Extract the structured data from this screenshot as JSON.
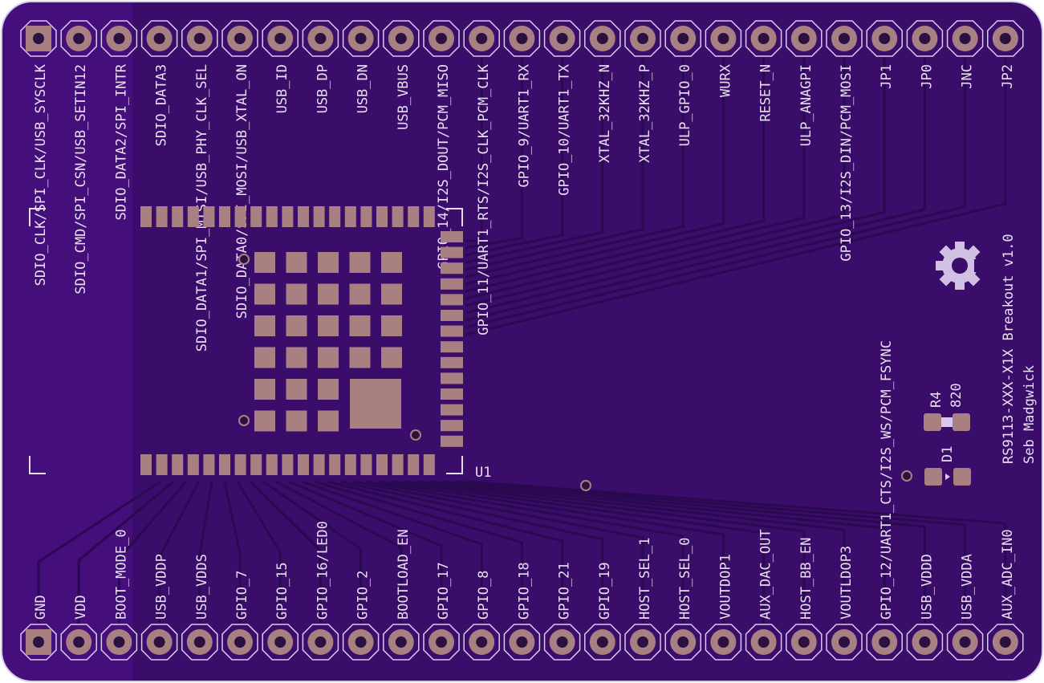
{
  "board": {
    "title": "RS9113-XXX-X1X Breakout v1.0",
    "author": "Seb Madgwick",
    "module_ref": "U1",
    "resistor_ref": "R4",
    "resistor_value": "820",
    "led_ref": "D1",
    "logo": "open-hardware-gear-icon"
  },
  "colors": {
    "board": "#3b0d6b",
    "board_left": "#440f7a",
    "pad": "#a98082",
    "silk": "#e8ddf3",
    "trace": "#2a0950",
    "outline": "#d9c8ee"
  },
  "top_pins": [
    "SDIO_CLK/SPI_CLK/USB_SYSCLK",
    "SDIO_CMD/SPI_CSN/USB_SETIN12",
    "SDIO_DATA2/SPI_INTR",
    "SDIO_DATA3",
    "SDIO_DATA1/SPI_MISI/USB_PHY_CLK_SEL",
    "SDIO_DATA0/SPI_MOSI/USB_XTAL_ON",
    "USB_ID",
    "USB_DP",
    "USB_DN",
    "USB_VBUS",
    "GPIO_14/I2S_DOUT/PCM_MISO",
    "GPIO_11/UART1_RTS/I2S_CLK_PCM_CLK",
    "GPIO_9/UART1_RX",
    "GPIO_10/UART1_TX",
    "XTAL_32KHZ_N",
    "XTAL_32KHZ_P",
    "ULP_GPIO_0",
    "WURX",
    "RESET_N",
    "ULP_ANAGPI",
    "GPIO_13/I2S_DIN/PCM_MOSI",
    "JP1",
    "JP0",
    "JNC",
    "JP2"
  ],
  "bottom_pins": [
    "GND",
    "VDD",
    "BOOT_MODE_0",
    "USB_VDDP",
    "USB_VDDS",
    "GPIO_7",
    "GPIO_15",
    "GPIO_16/LED0",
    "GPIO_2",
    "BOOTLOAD_EN",
    "GPIO_17",
    "GPIO_8",
    "GPIO_18",
    "GPIO_21",
    "GPIO_19",
    "HOST_SEL_1",
    "HOST_SEL_0",
    "VOUTDOP1",
    "AUX_DAC_OUT",
    "HOST_BB_EN",
    "VOUTLDOP3",
    "GPIO_12/UART1_CTS/I2S_WS/PCM_FSYNC",
    "USB_VDDD",
    "USB_VDDA",
    "AUX_ADC_IN0"
  ]
}
